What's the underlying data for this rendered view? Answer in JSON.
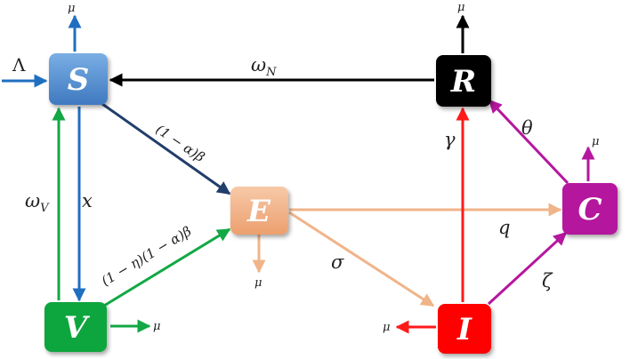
{
  "compartments": {
    "S": {
      "label": "S",
      "color": "#4a86cc"
    },
    "R": {
      "label": "R",
      "color": "#000000"
    },
    "E": {
      "label": "E",
      "color": "#f0b489"
    },
    "C": {
      "label": "C",
      "color": "#b5179e"
    },
    "V": {
      "label": "V",
      "color": "#10a53c"
    },
    "I": {
      "label": "I",
      "color": "#ff0000"
    }
  },
  "rates": {
    "recruitment": "Λ",
    "mortality": "μ",
    "waning_recovered": "ω",
    "waning_recovered_sub": "N",
    "waning_vaccinated": "ω",
    "waning_vaccinated_sub": "V",
    "vaccination": "x",
    "infection_S": "(1 − α)β",
    "infection_V": "(1 − η)(1 − α)β",
    "progression_E_I": "σ",
    "progression_E_C": "q",
    "recovery_I": "γ",
    "progression_I_C": "ζ",
    "recovery_C": "θ"
  },
  "colors": {
    "S_flow": "#1f6fc0",
    "E_flow": "#f0b489",
    "I_flow": "#ff1a1a",
    "C_flow": "#b5179e",
    "V_flow": "#12a845",
    "R_flow": "#000000",
    "S_to_E": "#213d6b"
  }
}
